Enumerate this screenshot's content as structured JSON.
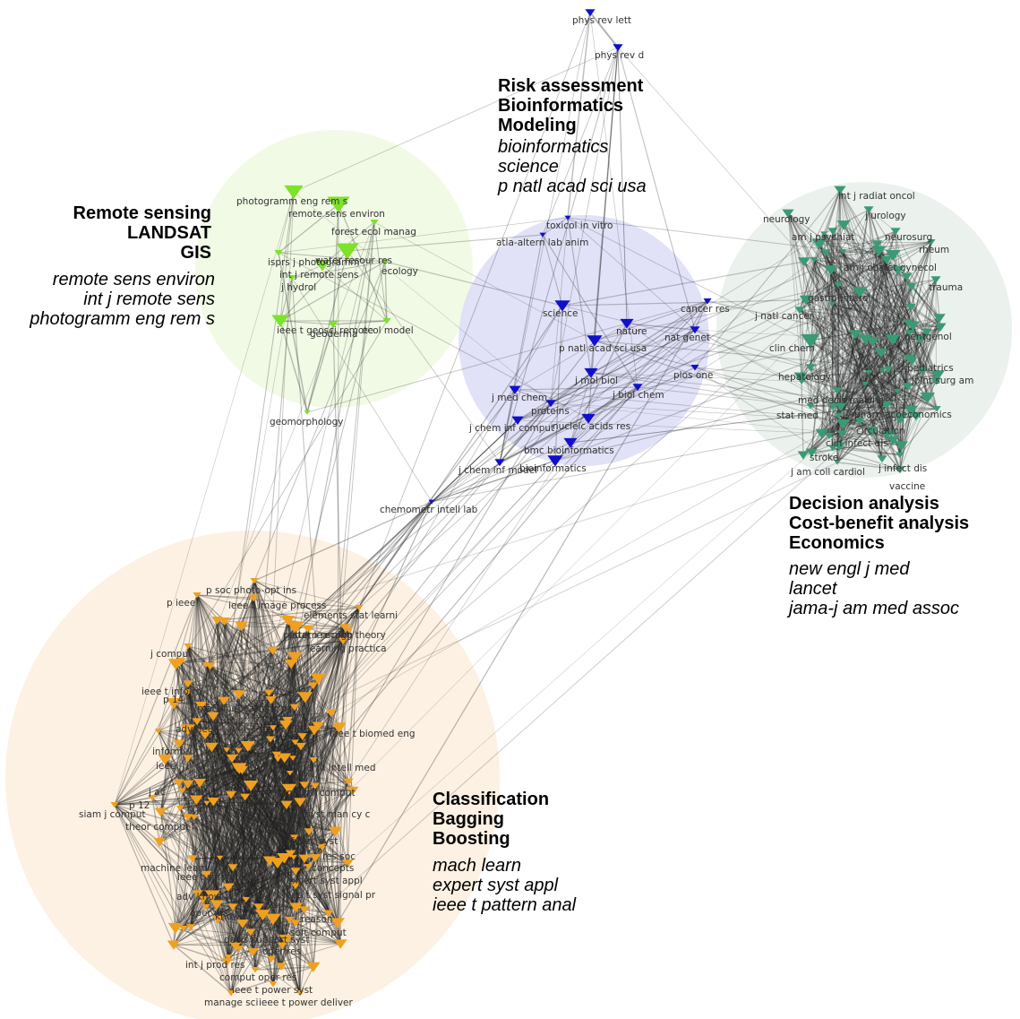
{
  "colors": {
    "remote": "#7de22a",
    "remote_bg": "#eef9e0",
    "risk": "#1010cc",
    "risk_bg": "#dcdcf7",
    "decision": "#3a9a74",
    "decision_bg": "#e8efea",
    "classif": "#f0a020",
    "classif_bg": "#fbeedd",
    "edge": "#222222"
  },
  "clusters": [
    {
      "id": "remote",
      "titles": [
        "Remote sensing",
        "LANDSAT",
        "GIS"
      ],
      "journals": [
        "remote sens environ",
        "int j remote sens",
        "photogramm eng rem s"
      ]
    },
    {
      "id": "risk",
      "titles": [
        "Risk assessment",
        "Bioinformatics",
        "Modeling"
      ],
      "journals": [
        "bioinformatics",
        "science",
        "p natl acad sci usa"
      ]
    },
    {
      "id": "decision",
      "titles": [
        "Decision analysis",
        "Cost-benefit analysis",
        "Economics"
      ],
      "journals": [
        "new engl j med",
        "lancet",
        "jama-j am med assoc"
      ]
    },
    {
      "id": "classif",
      "titles": [
        "Classification",
        "Bagging",
        "Boosting"
      ],
      "journals": [
        "mach learn",
        "expert syst appl",
        "ieee t pattern anal"
      ]
    }
  ],
  "node_labels": {
    "risk": [
      "phys rev lett",
      "phys rev d",
      "toxicol in vitro",
      "atla-altern lab anim",
      "science",
      "nature",
      "p natl acad sci usa",
      "cancer res",
      "nat genet",
      "plos one",
      "j mol biol",
      "j biol chem",
      "j med chem",
      "proteins",
      "nucleic acids res",
      "j chem inf comput",
      "bmc bioinformatics",
      "j chem inf model",
      "bioinformatics",
      "chemometr intell lab"
    ],
    "remote": [
      "photogramm eng rem s",
      "remote sens environ",
      "forest ecol manag",
      "isprs j photogramm",
      "water resour res",
      "int j remote sens",
      "ecology",
      "j hydrol",
      "ieee t geosci remote",
      "geoderma",
      "ecol model",
      "geomorphology"
    ],
    "decision": [
      "int j radiat oncol",
      "j urology",
      "neurology",
      "am j psychiat",
      "neurosurg",
      "rheum",
      "am j obstet gynecol",
      "trauma",
      "gastroenterol",
      "j natl cancer",
      "oentgenol",
      "clin chem",
      "hepatology",
      "pediatrics",
      "joint surg am",
      "med decis making",
      "stat med",
      "pharmacoeconomics",
      "circulation",
      "clin infect dis",
      "stroke",
      "j infect dis",
      "j am coll cardiol",
      "vaccine"
    ],
    "classif": [
      "p soc photo-opt ins",
      "p ieee",
      "ieee t image process",
      "elements stat learni",
      "stat learning theory",
      "pattern recogn",
      "learning practica",
      "j comput",
      "ieee t inform",
      "machine learning",
      "ieee t biomed eng",
      "adv neur",
      "inform",
      "artif intell med",
      "p 14",
      "ieee",
      "j ac",
      "neural comput",
      "p 12",
      "siam j comput",
      "theor comput",
      "ieee t syst man cy c",
      "fuzzy syst",
      "res soc",
      "machine learn",
      "concepts",
      "ieee t softw",
      "expert syst appl",
      "adv knowl",
      "ieee t syst signal pr",
      "oper res",
      "knowl",
      "reason",
      "soft comput",
      "decis support syst",
      "oper res",
      "int j prod res",
      "comput oper res",
      "ieee t power syst",
      "manage sci",
      "ieee t power deliver"
    ]
  }
}
